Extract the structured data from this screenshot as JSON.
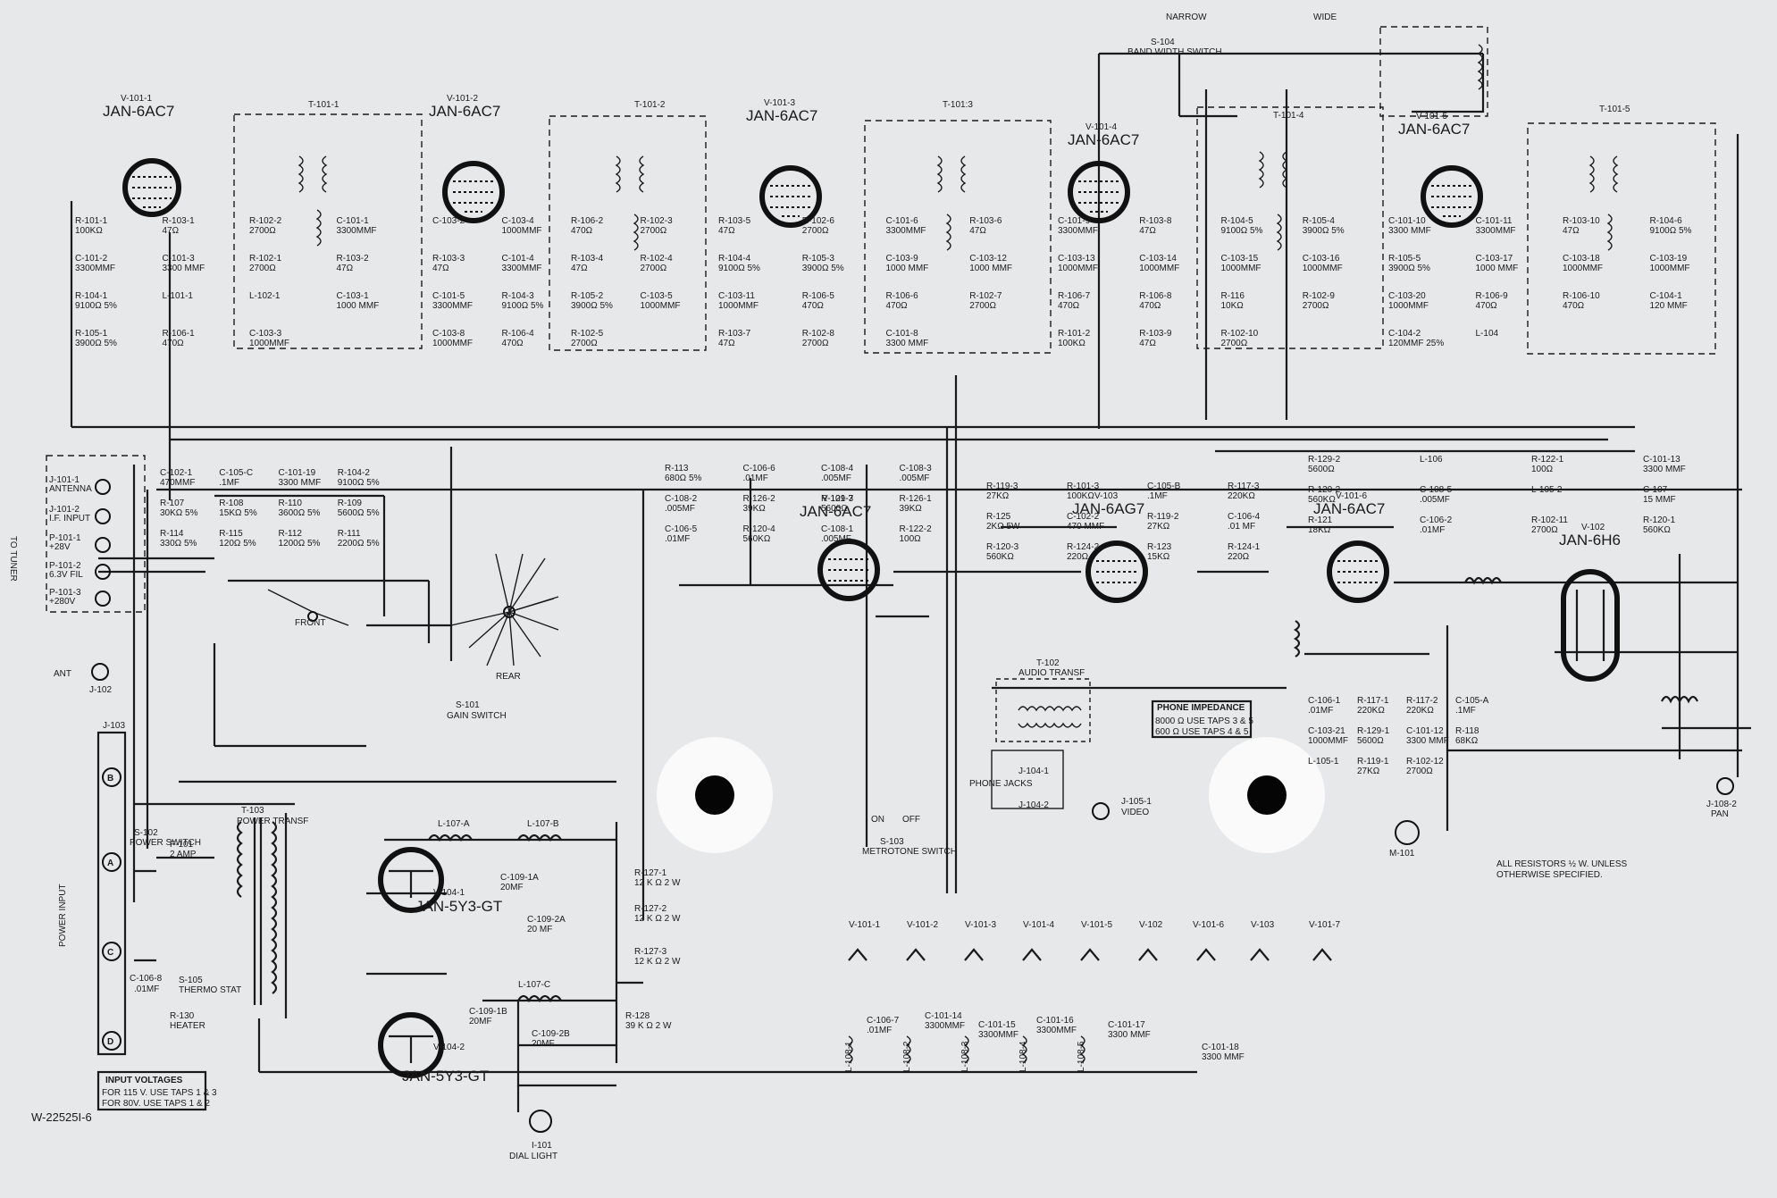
{
  "drawing_number": "W-22525I-6",
  "bandwidth": {
    "narrow": "NARROW",
    "wide": "WIDE",
    "switch_ref": "S-104",
    "switch_name": "BAND WIDTH SWITCH"
  },
  "if_tubes": [
    {
      "ref": "V-101-1",
      "type": "JAN-6AC7"
    },
    {
      "ref": "V-101-2",
      "type": "JAN-6AC7"
    },
    {
      "ref": "V-101-3",
      "type": "JAN-6AC7"
    },
    {
      "ref": "V-101-4",
      "type": "JAN-6AC7"
    },
    {
      "ref": "V-101-5",
      "type": "JAN-6AC7"
    }
  ],
  "transformers": [
    "T-101-1",
    "T-101-2",
    "T-101:3",
    "T-101-4",
    "T-101-5"
  ],
  "audio_tubes": [
    {
      "ref": "V-101-7",
      "type": "JAN-6AC7"
    },
    {
      "ref": "V-103",
      "type": "JAN-6AG7"
    },
    {
      "ref": "V-101-6",
      "type": "JAN-6AC7"
    },
    {
      "ref": "V-102",
      "type": "JAN-6H6"
    }
  ],
  "rectifiers": [
    {
      "ref": "V-104-1",
      "type": "JAN-5Y3-GT"
    },
    {
      "ref": "V-104-2",
      "type": "JAN-5Y3-GT"
    }
  ],
  "connector_j101": {
    "title": "TO TUNER",
    "pins": [
      {
        "ref": "J-101-1",
        "name": "ANTENNA"
      },
      {
        "ref": "J-101-2",
        "name": "I.F. INPUT"
      },
      {
        "ref": "P-101-1",
        "name": "+28V"
      },
      {
        "ref": "P-101-2",
        "name": "6.3V FIL"
      },
      {
        "ref": "P-101-3",
        "name": "+280V"
      }
    ],
    "ant_label": "ANT",
    "ant_ref": "J-102"
  },
  "gain_switch": {
    "ref": "S-101",
    "name": "GAIN SWITCH",
    "front": "FRONT",
    "rear": "REAR"
  },
  "power_input": {
    "title": "POWER INPUT",
    "ref": "J-103",
    "pins": [
      "B",
      "A",
      "C",
      "D"
    ],
    "switch_ref": "S-102",
    "switch_name": "POWER SWITCH",
    "fuse_ref": "F-101",
    "fuse_rating": "2 AMP",
    "thermo_ref": "S-105",
    "thermo_name": "THERMO STAT",
    "heater_ref": "R-130",
    "heater_name": "HEATER",
    "cap_ref": "C-106-8",
    "cap_val": ".01MF"
  },
  "power_transformer": {
    "ref": "T-103",
    "name": "POWER TRANSF"
  },
  "input_voltages": {
    "title": "INPUT VOLTAGES",
    "line1": "FOR 115 V. USE TAPS 1 & 3",
    "line2": "FOR 80V. USE TAPS 1 & 2"
  },
  "phone_impedance": {
    "title": "PHONE IMPEDANCE",
    "line1": "8000 Ω USE TAPS 3 & 5",
    "line2": "600 Ω USE TAPS 4 & 5"
  },
  "audio_transformer": {
    "ref": "T-102",
    "name": "AUDIO TRANSF"
  },
  "jacks": {
    "phone_name": "PHONE JACKS",
    "phone_refs": [
      "J-104-1",
      "J-104-2"
    ],
    "video_ref": "J-105-1",
    "video_name": "VIDEO",
    "pan_ref": "J-108-2",
    "pan_name": "PAN"
  },
  "metrotone": {
    "ref": "S-103",
    "name": "METROTONE SWITCH",
    "on": "ON",
    "off": "OFF"
  },
  "meter": {
    "ref": "M-101"
  },
  "dial_light": {
    "ref": "I-101",
    "name": "DIAL LIGHT"
  },
  "note": {
    "line1": "ALL RESISTORS ½ W. UNLESS",
    "line2": "OTHERWISE SPECIFIED."
  },
  "heater_string": [
    "V-101-1",
    "V-101-2",
    "V-101-3",
    "V-101-4",
    "V-101-5",
    "V-102",
    "V-101-6",
    "V-103",
    "V-101-7"
  ],
  "heater_components": [
    {
      "ref": "C-106-7",
      "val": ".01MF"
    },
    {
      "ref": "C-101-14",
      "val": "3300MMF"
    },
    {
      "ref": "C-101-15",
      "val": "3300MMF"
    },
    {
      "ref": "C-101-16",
      "val": "3300MMF"
    },
    {
      "ref": "C-101-17",
      "val": "3300 MMF"
    },
    {
      "ref": "C-101-18",
      "val": "3300 MMF"
    }
  ],
  "heater_chokes": [
    "L-108-1",
    "L-108-2",
    "L-108-3",
    "L-108-4",
    "L-108-5"
  ],
  "power_components": [
    {
      "ref": "L-107-A",
      "val": ""
    },
    {
      "ref": "L-107-B",
      "val": ""
    },
    {
      "ref": "L-107-C",
      "val": ""
    },
    {
      "ref": "C-109-1A",
      "val": "20MF"
    },
    {
      "ref": "C-109-2A",
      "val": "20 MF"
    },
    {
      "ref": "C-109-1B",
      "val": "20MF"
    },
    {
      "ref": "C-109-2B",
      "val": "20MF"
    },
    {
      "ref": "R-127-1",
      "val": "12 K Ω 2 W"
    },
    {
      "ref": "R-127-2",
      "val": "12 K Ω 2 W"
    },
    {
      "ref": "R-127-3",
      "val": "12 K Ω 2 W"
    },
    {
      "ref": "R-128",
      "val": "39 K Ω 2 W"
    }
  ],
  "if_components": [
    {
      "ref": "R-101-1",
      "val": "100KΩ"
    },
    {
      "ref": "R-103-1",
      "val": "47Ω"
    },
    {
      "ref": "R-102-2",
      "val": "2700Ω"
    },
    {
      "ref": "C-101-1",
      "val": "3300MMF"
    },
    {
      "ref": "C-101-2",
      "val": "3300MMF"
    },
    {
      "ref": "C-101-3",
      "val": "3300 MMF"
    },
    {
      "ref": "R-102-1",
      "val": "2700Ω"
    },
    {
      "ref": "R-103-2",
      "val": "47Ω"
    },
    {
      "ref": "R-104-1",
      "val": "9100Ω 5%"
    },
    {
      "ref": "L-101-1",
      "val": ""
    },
    {
      "ref": "L-102-1",
      "val": ""
    },
    {
      "ref": "C-103-1",
      "val": "1000 MMF"
    },
    {
      "ref": "R-105-1",
      "val": "3900Ω 5%"
    },
    {
      "ref": "R-106-1",
      "val": "470Ω"
    },
    {
      "ref": "C-103-3",
      "val": "1000MMF"
    },
    {
      "ref": "C-103-2",
      "val": ""
    },
    {
      "ref": "C-103-4",
      "val": "1000MMF"
    },
    {
      "ref": "R-106-2",
      "val": "470Ω"
    },
    {
      "ref": "R-102-3",
      "val": "2700Ω"
    },
    {
      "ref": "R-103-3",
      "val": "47Ω"
    },
    {
      "ref": "C-101-4",
      "val": "3300MMF"
    },
    {
      "ref": "R-103-4",
      "val": "47Ω"
    },
    {
      "ref": "R-102-4",
      "val": "2700Ω"
    },
    {
      "ref": "C-101-5",
      "val": "3300MMF"
    },
    {
      "ref": "R-104-3",
      "val": "9100Ω 5%"
    },
    {
      "ref": "R-105-2",
      "val": "3900Ω 5%"
    },
    {
      "ref": "C-103-5",
      "val": "1000MMF"
    },
    {
      "ref": "C-103-8",
      "val": "1000MMF"
    },
    {
      "ref": "R-106-4",
      "val": "470Ω"
    },
    {
      "ref": "R-102-5",
      "val": "2700Ω"
    },
    {
      "ref": "R-103-5",
      "val": "47Ω"
    },
    {
      "ref": "R-102-6",
      "val": "2700Ω"
    },
    {
      "ref": "C-101-6",
      "val": "3300MMF"
    },
    {
      "ref": "R-103-6",
      "val": "47Ω"
    },
    {
      "ref": "R-104-4",
      "val": "9100Ω 5%"
    },
    {
      "ref": "R-105-3",
      "val": "3900Ω 5%"
    },
    {
      "ref": "C-103-9",
      "val": "1000 MMF"
    },
    {
      "ref": "C-103-12",
      "val": "1000 MMF"
    },
    {
      "ref": "C-103-11",
      "val": "1000MMF"
    },
    {
      "ref": "R-106-5",
      "val": "470Ω"
    },
    {
      "ref": "R-106-6",
      "val": "470Ω"
    },
    {
      "ref": "R-102-7",
      "val": "2700Ω"
    },
    {
      "ref": "R-103-7",
      "val": "47Ω"
    },
    {
      "ref": "R-102-8",
      "val": "2700Ω"
    },
    {
      "ref": "C-101-8",
      "val": "3300 MMF"
    },
    {
      "ref": "C-101-9",
      "val": "3300MMF"
    },
    {
      "ref": "R-103-8",
      "val": "47Ω"
    },
    {
      "ref": "R-104-5",
      "val": "9100Ω 5%"
    },
    {
      "ref": "R-105-4",
      "val": "3900Ω 5%"
    },
    {
      "ref": "C-103-13",
      "val": "1000MMF"
    },
    {
      "ref": "C-103-14",
      "val": "1000MMF"
    },
    {
      "ref": "C-103-15",
      "val": "1000MMF"
    },
    {
      "ref": "C-103-16",
      "val": "1000MMF"
    },
    {
      "ref": "R-106-7",
      "val": "470Ω"
    },
    {
      "ref": "R-106-8",
      "val": "470Ω"
    },
    {
      "ref": "R-116",
      "val": "10KΩ"
    },
    {
      "ref": "R-102-9",
      "val": "2700Ω"
    },
    {
      "ref": "R-101-2",
      "val": "100KΩ"
    },
    {
      "ref": "R-103-9",
      "val": "47Ω"
    },
    {
      "ref": "R-102-10",
      "val": "2700Ω"
    },
    {
      "ref": "C-101-10",
      "val": "3300 MMF"
    },
    {
      "ref": "C-101-11",
      "val": "3300MMF"
    },
    {
      "ref": "R-103-10",
      "val": "47Ω"
    },
    {
      "ref": "R-104-6",
      "val": "9100Ω 5%"
    },
    {
      "ref": "R-105-5",
      "val": "3900Ω 5%"
    },
    {
      "ref": "C-103-17",
      "val": "1000 MMF"
    },
    {
      "ref": "C-103-18",
      "val": "1000MMF"
    },
    {
      "ref": "C-103-19",
      "val": "1000MMF"
    },
    {
      "ref": "C-103-20",
      "val": "1000MMF"
    },
    {
      "ref": "R-106-9",
      "val": "470Ω"
    },
    {
      "ref": "R-106-10",
      "val": "470Ω"
    },
    {
      "ref": "C-104-1",
      "val": "120 MMF"
    },
    {
      "ref": "C-104-2",
      "val": "120MMF 25%"
    },
    {
      "ref": "L-104",
      "val": ""
    }
  ],
  "audio_components": [
    {
      "ref": "C-102-1",
      "val": "470MMF"
    },
    {
      "ref": "C-105-C",
      "val": ".1MF"
    },
    {
      "ref": "C-101-19",
      "val": "3300 MMF"
    },
    {
      "ref": "R-104-2",
      "val": "9100Ω 5%"
    },
    {
      "ref": "R-107",
      "val": "30KΩ 5%"
    },
    {
      "ref": "R-108",
      "val": "15KΩ 5%"
    },
    {
      "ref": "R-110",
      "val": "3600Ω 5%"
    },
    {
      "ref": "R-109",
      "val": "5600Ω 5%"
    },
    {
      "ref": "R-114",
      "val": "330Ω 5%"
    },
    {
      "ref": "R-115",
      "val": "120Ω 5%"
    },
    {
      "ref": "R-112",
      "val": "1200Ω 5%"
    },
    {
      "ref": "R-111",
      "val": "2200Ω 5%"
    },
    {
      "ref": "R-113",
      "val": "680Ω 5%"
    },
    {
      "ref": "C-106-6",
      "val": ".01MF"
    },
    {
      "ref": "C-108-4",
      "val": ".005MF"
    },
    {
      "ref": "C-108-3",
      "val": ".005MF"
    },
    {
      "ref": "C-108-2",
      "val": ".005MF"
    },
    {
      "ref": "R-126-2",
      "val": "39KΩ"
    },
    {
      "ref": "R-129-3",
      "val": "5600Ω"
    },
    {
      "ref": "R-126-1",
      "val": "39KΩ"
    },
    {
      "ref": "C-106-5",
      "val": ".01MF"
    },
    {
      "ref": "R-120-4",
      "val": "560KΩ"
    },
    {
      "ref": "C-108-1",
      "val": ".005MF"
    },
    {
      "ref": "R-122-2",
      "val": "100Ω"
    },
    {
      "ref": "R-119-3",
      "val": "27KΩ"
    },
    {
      "ref": "R-101-3",
      "val": "100KΩ"
    },
    {
      "ref": "C-105-B",
      "val": ".1MF"
    },
    {
      "ref": "R-117-3",
      "val": "220KΩ"
    },
    {
      "ref": "R-125",
      "val": "2KΩ 5W"
    },
    {
      "ref": "C-102-2",
      "val": "470 MMF"
    },
    {
      "ref": "R-119-2",
      "val": "27KΩ"
    },
    {
      "ref": "C-106-4",
      "val": ".01 MF"
    },
    {
      "ref": "R-120-3",
      "val": "560KΩ"
    },
    {
      "ref": "R-124-2",
      "val": "220Ω"
    },
    {
      "ref": "R-123",
      "val": "15KΩ"
    },
    {
      "ref": "R-124-1",
      "val": "220Ω"
    },
    {
      "ref": "R-129-2",
      "val": "5600Ω"
    },
    {
      "ref": "L-106",
      "val": ""
    },
    {
      "ref": "R-122-1",
      "val": "100Ω"
    },
    {
      "ref": "C-101-13",
      "val": "3300 MMF"
    },
    {
      "ref": "R-120-2",
      "val": "560KΩ"
    },
    {
      "ref": "C-108-5",
      "val": ".005MF"
    },
    {
      "ref": "L-105-2",
      "val": ""
    },
    {
      "ref": "C-107",
      "val": "15 MMF"
    },
    {
      "ref": "R-121",
      "val": "18KΩ"
    },
    {
      "ref": "C-106-2",
      "val": ".01MF"
    },
    {
      "ref": "R-102-11",
      "val": "2700Ω"
    },
    {
      "ref": "R-120-1",
      "val": "560KΩ"
    },
    {
      "ref": "C-106-1",
      "val": ".01MF"
    },
    {
      "ref": "R-117-1",
      "val": "220KΩ"
    },
    {
      "ref": "R-117-2",
      "val": "220KΩ"
    },
    {
      "ref": "C-105-A",
      "val": ".1MF"
    },
    {
      "ref": "C-103-21",
      "val": "1000MMF"
    },
    {
      "ref": "R-129-1",
      "val": "5600Ω"
    },
    {
      "ref": "C-101-12",
      "val": "3300 MMF"
    },
    {
      "ref": "R-118",
      "val": "68KΩ"
    },
    {
      "ref": "L-105-1",
      "val": ""
    },
    {
      "ref": "R-119-1",
      "val": "27KΩ"
    },
    {
      "ref": "R-102-12",
      "val": "2700Ω"
    }
  ]
}
